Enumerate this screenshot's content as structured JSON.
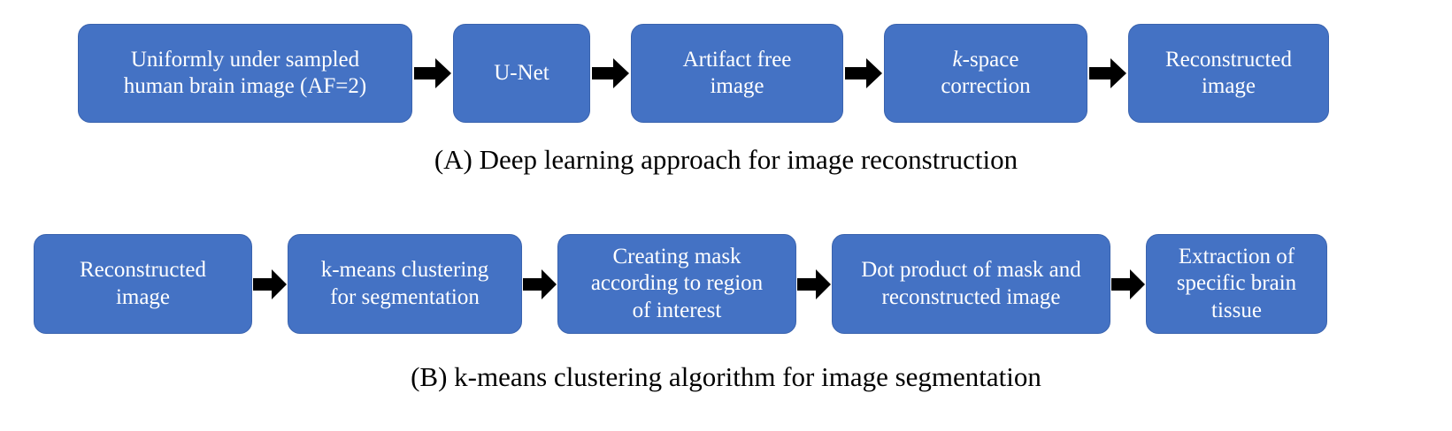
{
  "figure": {
    "type": "flowchart",
    "panels": [
      {
        "id": "A",
        "caption": "(A) Deep learning approach for image reconstruction",
        "connector": "block-arrow-right",
        "nodes": [
          {
            "label": "Uniformly under sampled\nhuman brain image (AF=2)"
          },
          {
            "label": "U-Net"
          },
          {
            "label": "Artifact free\nimage"
          },
          {
            "label": "k-space\ncorrection",
            "italic_prefix": "k",
            "rest": "-space\ncorrection"
          },
          {
            "label": "Reconstructed\nimage"
          }
        ]
      },
      {
        "id": "B",
        "caption": "(B) k-means clustering algorithm for image segmentation",
        "connector": "block-arrow-right",
        "nodes": [
          {
            "label": "Reconstructed\nimage"
          },
          {
            "label": "k-means clustering\nfor segmentation"
          },
          {
            "label": "Creating mask\naccording to region\nof interest"
          },
          {
            "label": "Dot product of mask and\nreconstructed image"
          },
          {
            "label": "Extraction of\nspecific brain\ntissue"
          }
        ]
      }
    ]
  },
  "colors": {
    "node_fill": "#4472C4",
    "node_border": "#3A63AE",
    "node_text": "#FFFFFF",
    "arrow": "#000000",
    "caption_text": "#000000",
    "background": "#FFFFFF"
  }
}
